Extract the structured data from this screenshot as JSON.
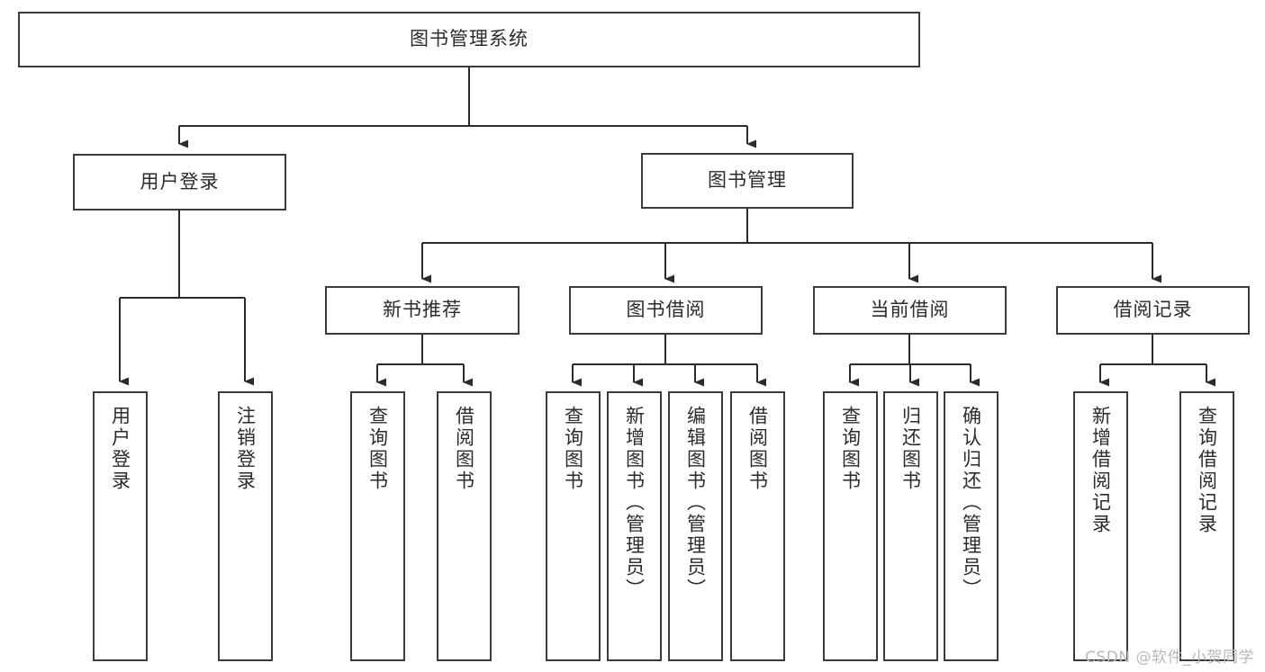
{
  "diagram": {
    "title": "图书管理系统",
    "type": "tree-hierarchy",
    "watermark": "CSDN @软件_小贺同学",
    "colors": {
      "background": "#ffffff",
      "box_border": "#3b3b3b",
      "box_fill": "#ffffff",
      "connector": "#2b2b2b",
      "text": "#2b2b2b",
      "watermark": "#b9b9b9"
    },
    "levels": {
      "level1": {
        "label": "图书管理系统"
      },
      "level2": [
        {
          "label": "用户登录"
        },
        {
          "label": "图书管理"
        }
      ],
      "level3": [
        {
          "label": "新书推荐"
        },
        {
          "label": "图书借阅"
        },
        {
          "label": "当前借阅"
        },
        {
          "label": "借阅记录"
        }
      ],
      "leaves": {
        "user_login": [
          {
            "label": "用户登录"
          },
          {
            "label": "注销登录"
          }
        ],
        "new_book_recommend": [
          {
            "label": "查询图书"
          },
          {
            "label": "借阅图书"
          }
        ],
        "book_borrow": [
          {
            "label": "查询图书"
          },
          {
            "label": "新增图书（管理员）"
          },
          {
            "label": "编辑图书（管理员）"
          },
          {
            "label": "借阅图书"
          }
        ],
        "current_borrow": [
          {
            "label": "查询图书"
          },
          {
            "label": "归还图书"
          },
          {
            "label": "确认归还（管理员）"
          }
        ],
        "borrow_record": [
          {
            "label": "新增借阅记录"
          },
          {
            "label": "查询借阅记录"
          }
        ]
      }
    }
  }
}
